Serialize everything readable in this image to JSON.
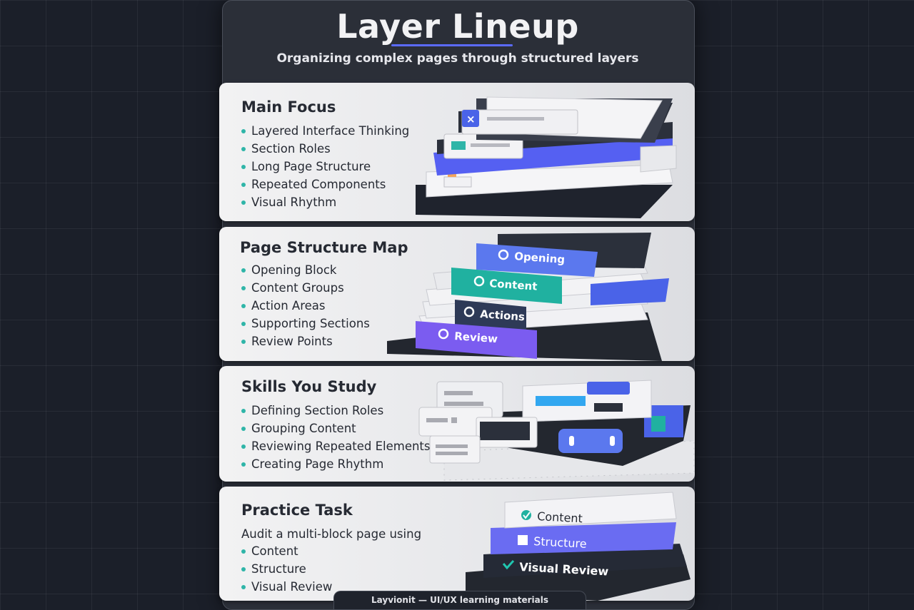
{
  "header": {
    "title": "Layer Lineup",
    "subtitle": "Organizing complex pages through structured layers"
  },
  "sections": [
    {
      "title": "Main Focus",
      "items": [
        "Layered Interface Thinking",
        "Section Roles",
        "Long Page Structure",
        "Repeated Components",
        "Visual Rhythm"
      ]
    },
    {
      "title": "Page Structure Map",
      "items": [
        "Opening Block",
        "Content Groups",
        "Action Areas",
        "Supporting Sections",
        "Review Points"
      ],
      "tags": [
        "Opening",
        "Content",
        "Actions",
        "Review"
      ]
    },
    {
      "title": "Skills You Study",
      "items": [
        "Defining Section Roles",
        "Grouping Content",
        "Reviewing Repeated Elements",
        "Creating Page Rhythm"
      ]
    },
    {
      "title": "Practice Task",
      "intro": "Audit a multi-block page using",
      "items": [
        "Content",
        "Structure",
        "Visual Review"
      ],
      "tags": [
        "Content",
        "Structure",
        "Visual Review"
      ]
    }
  ],
  "footer": "Layvionit — UI/UX learning materials",
  "colors": {
    "accent_blue": "#5b6bff",
    "teal": "#2fb5a8",
    "purple": "#7b5cf0",
    "dark_layer": "#2b303b"
  }
}
